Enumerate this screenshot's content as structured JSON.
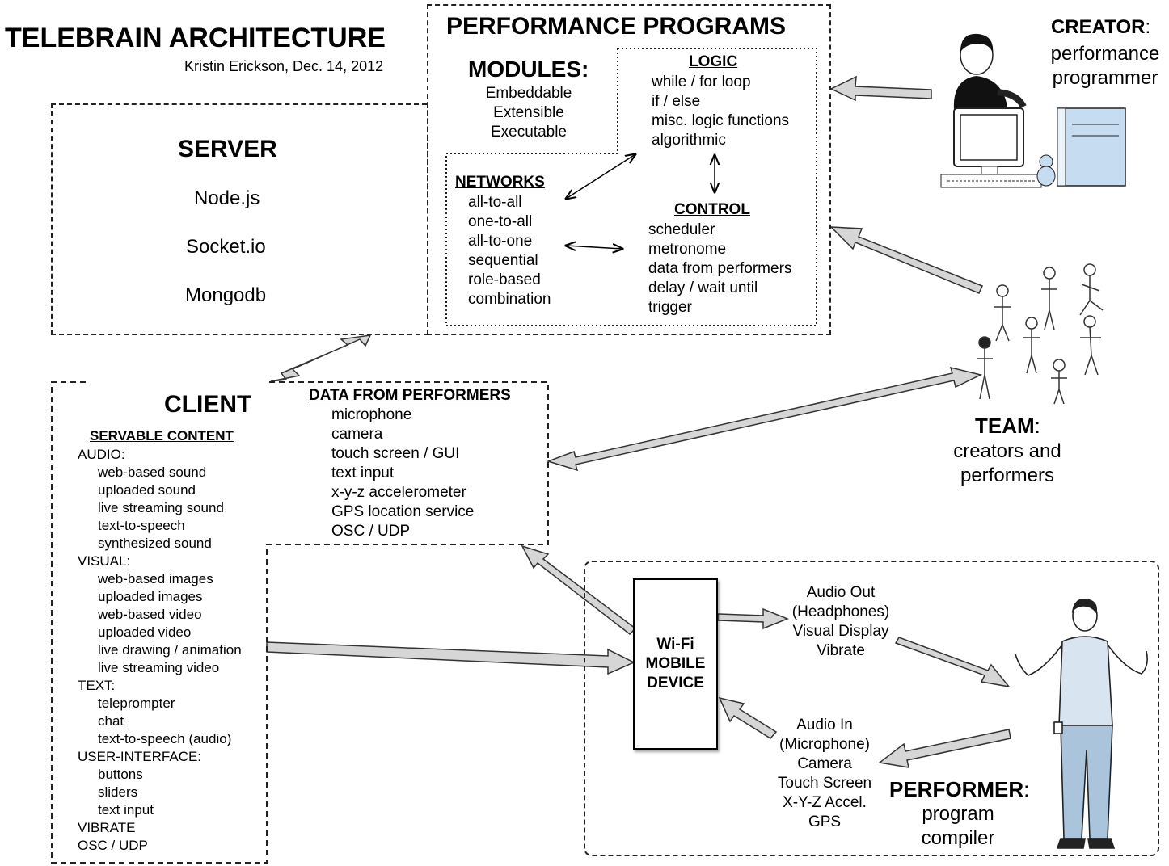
{
  "title": "TELEBRAIN ARCHITECTURE",
  "byline": "Kristin Erickson, Dec. 14, 2012",
  "server": {
    "heading": "SERVER",
    "items": [
      "Node.js",
      "Socket.io",
      "Mongodb"
    ]
  },
  "performance": {
    "heading": "PERFORMANCE PROGRAMS",
    "modules_heading": "MODULES:",
    "modules": [
      "Embeddable",
      "Extensible",
      "Executable"
    ],
    "logic_heading": "LOGIC",
    "logic": [
      "while / for loop",
      "if / else",
      "misc. logic functions",
      "algorithmic"
    ],
    "networks_heading": "NETWORKS",
    "networks": [
      "all-to-all",
      "one-to-all",
      "all-to-one",
      "sequential",
      "role-based",
      "combination"
    ],
    "control_heading": "CONTROL",
    "control": [
      "scheduler",
      "metronome",
      "data from performers",
      "delay / wait until",
      "trigger"
    ]
  },
  "creator": {
    "role": "CREATOR",
    "lines": [
      "performance",
      "programmer"
    ]
  },
  "team": {
    "role": "TEAM",
    "lines": [
      "creators and",
      "performers"
    ]
  },
  "performer": {
    "role": "PERFORMER",
    "lines": [
      "program",
      "compiler"
    ]
  },
  "client": {
    "heading": "CLIENT",
    "servable_heading": "SERVABLE CONTENT",
    "groups": [
      {
        "name": "AUDIO:",
        "items": [
          "web-based sound",
          "uploaded sound",
          "live streaming sound",
          "text-to-speech",
          "synthesized sound"
        ]
      },
      {
        "name": "VISUAL:",
        "items": [
          "web-based images",
          "uploaded images",
          "web-based video",
          "uploaded video",
          "live drawing / animation",
          "live streaming video"
        ]
      },
      {
        "name": "TEXT:",
        "items": [
          "teleprompter",
          "chat",
          "text-to-speech (audio)"
        ]
      },
      {
        "name": "USER-INTERFACE:",
        "items": [
          "buttons",
          "sliders",
          "text input"
        ]
      },
      {
        "name": "VIBRATE",
        "items": []
      },
      {
        "name": "OSC / UDP",
        "items": []
      }
    ]
  },
  "data_from_performers": {
    "heading": "DATA FROM PERFORMERS",
    "items": [
      "microphone",
      "camera",
      "touch screen / GUI",
      "text input",
      "x-y-z accelerometer",
      "GPS location service",
      "OSC / UDP"
    ]
  },
  "device": {
    "lines": [
      "Wi-Fi",
      "MOBILE",
      "DEVICE"
    ]
  },
  "outputs": [
    "Audio Out",
    "(Headphones)",
    "Visual Display",
    "Vibrate"
  ],
  "inputs": [
    "Audio In",
    "(Microphone)",
    "Camera",
    "Touch Screen",
    "X-Y-Z Accel.",
    "GPS"
  ]
}
